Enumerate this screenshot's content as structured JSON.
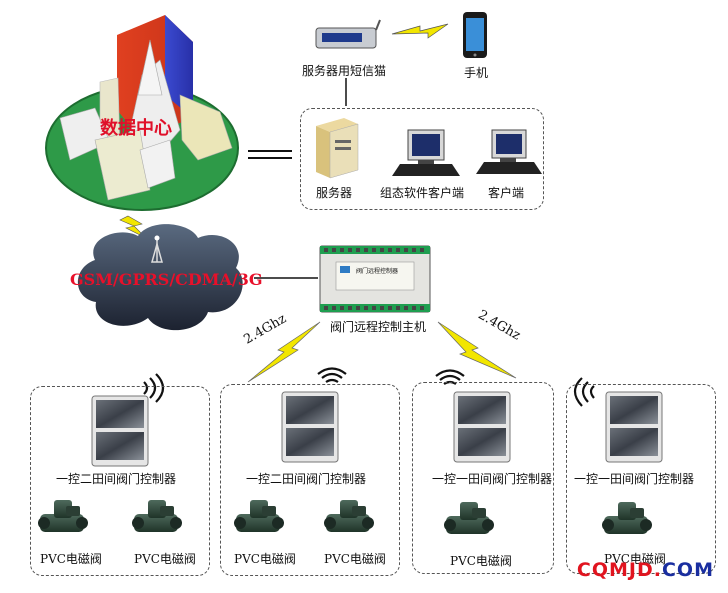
{
  "data_center": {
    "label": "数据中心"
  },
  "network": {
    "label": "GSM/GPRS/CDMA/3G"
  },
  "top_devices": {
    "sms_modem": "服务器用短信猫",
    "phone": "手机"
  },
  "server_group": {
    "server": "服务器",
    "scada_client": "组态软件客户端",
    "client": "客户端"
  },
  "host": {
    "label": "阀门远程控制主机",
    "panel_text": "阀门远程控制器"
  },
  "wireless": {
    "left_freq": "2.4Ghz",
    "right_freq": "2.4Ghz"
  },
  "controller_boxes": [
    {
      "controller": "一控二田间阀门控制器",
      "valves": [
        "PVC电磁阀",
        "PVC电磁阀"
      ]
    },
    {
      "controller": "一控二田间阀门控制器",
      "valves": [
        "PVC电磁阀",
        "PVC电磁阀"
      ]
    },
    {
      "controller": "一控一田间阀门控制器",
      "valves": [
        "PVC电磁阀"
      ]
    },
    {
      "controller": "一控一田间阀门控制器",
      "valves": [
        "PVC电磁阀"
      ]
    }
  ],
  "watermark": {
    "part1": "CQMJD",
    "part2": ".",
    "part3": "COM"
  },
  "colors": {
    "accent_red": "#e0102a",
    "lightning_yellow": "#f2e600",
    "valve_green": "#2e4a3c"
  }
}
